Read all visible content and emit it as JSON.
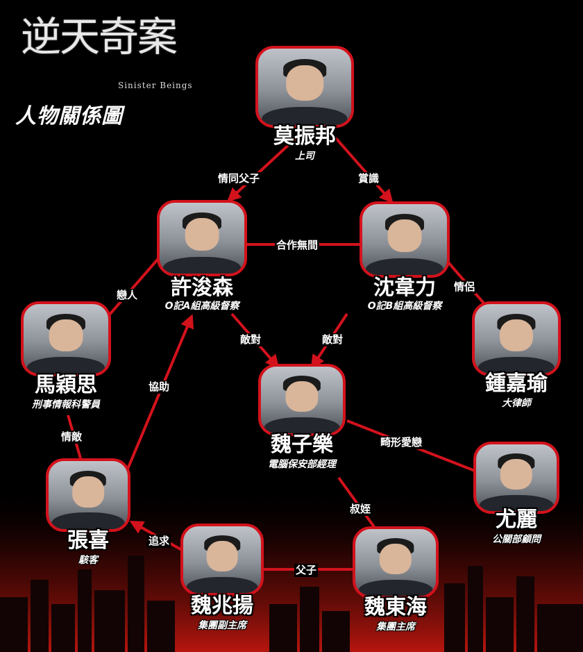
{
  "brand": {
    "title": "逆天奇案",
    "subtitle": "Sinister Beings",
    "caption": "人物關係圖"
  },
  "colors": {
    "background": "#000000",
    "accent": "#d3121c",
    "city_glow": "#c0170f"
  },
  "people": [
    {
      "id": "mok",
      "name": "莫振邦",
      "role": "上司"
    },
    {
      "id": "hui",
      "name": "許浚森",
      "role": "O記A組高級督察"
    },
    {
      "id": "shum",
      "name": "沈韋力",
      "role": "O記B組高級督察"
    },
    {
      "id": "ma",
      "name": "馬穎思",
      "role": "刑事情報科警員"
    },
    {
      "id": "chung",
      "name": "鍾嘉瑜",
      "role": "大律師"
    },
    {
      "id": "ngai_tsz",
      "name": "魏子樂",
      "role": "電腦保安部經理"
    },
    {
      "id": "yau",
      "name": "尤麗",
      "role": "公關部顧問"
    },
    {
      "id": "cheung",
      "name": "張喜",
      "role": "駭客"
    },
    {
      "id": "ngai_siu",
      "name": "魏兆揚",
      "role": "集團副主席"
    },
    {
      "id": "ngai_tung",
      "name": "魏東海",
      "role": "集團主席"
    }
  ],
  "relations": [
    {
      "from": "mok",
      "to": "hui",
      "label": "情同父子"
    },
    {
      "from": "mok",
      "to": "shum",
      "label": "賞識"
    },
    {
      "from": "hui",
      "to": "shum",
      "label": "合作無間"
    },
    {
      "from": "hui",
      "to": "ma",
      "label": "戀人"
    },
    {
      "from": "shum",
      "to": "chung",
      "label": "情侶"
    },
    {
      "from": "hui",
      "to": "ngai_tsz",
      "label": "敵對"
    },
    {
      "from": "shum",
      "to": "ngai_tsz",
      "label": "敵對"
    },
    {
      "from": "cheung",
      "to": "hui",
      "label": "協助"
    },
    {
      "from": "ma",
      "to": "cheung",
      "label": "情敵"
    },
    {
      "from": "ngai_tsz",
      "to": "yau",
      "label": "畸形愛戀"
    },
    {
      "from": "ngai_tsz",
      "to": "ngai_tung",
      "label": "叔姪"
    },
    {
      "from": "ngai_siu",
      "to": "cheung",
      "label": "追求"
    },
    {
      "from": "ngai_siu",
      "to": "ngai_tung",
      "label": "父子"
    }
  ]
}
